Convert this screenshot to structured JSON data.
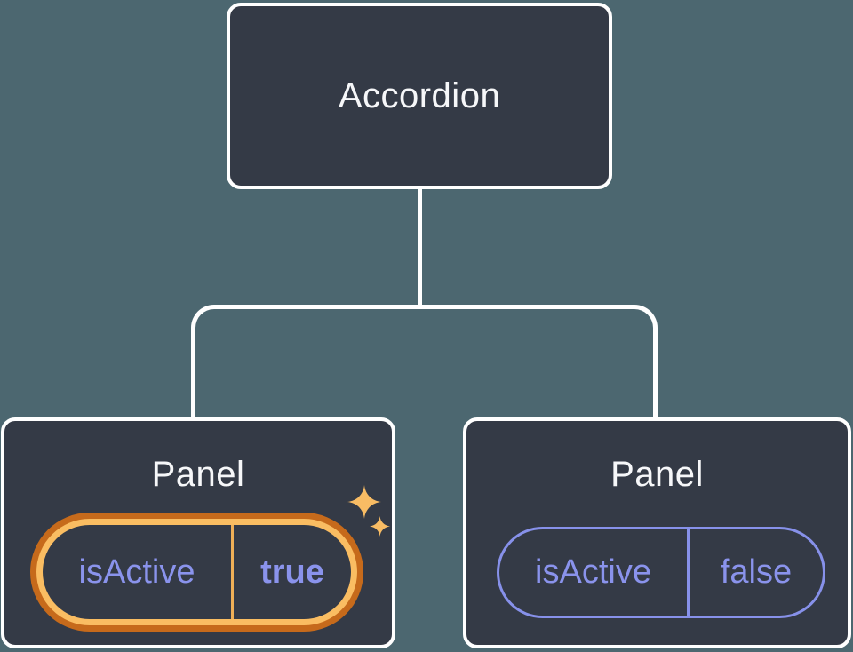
{
  "diagram": {
    "type": "component-tree",
    "root": {
      "label": "Accordion"
    },
    "children": [
      {
        "label": "Panel",
        "state": {
          "key": "isActive",
          "value": "true"
        },
        "highlighted": true,
        "decoration": "sparkle-icons"
      },
      {
        "label": "Panel",
        "state": {
          "key": "isActive",
          "value": "false"
        },
        "highlighted": false
      }
    ]
  },
  "colors": {
    "background": "#4C6770",
    "node_fill": "#343A46",
    "node_border": "#FFFFFF",
    "node_text": "#F6F7F9",
    "state_purple": "#8A93EC",
    "pill_border_purple": "#8791EA",
    "highlight_ring_outer": "#C66A1B",
    "highlight_ring_inner": "#FABD62",
    "highlight_divider": "#EFAF57",
    "sparkle": "#F8BC64"
  }
}
